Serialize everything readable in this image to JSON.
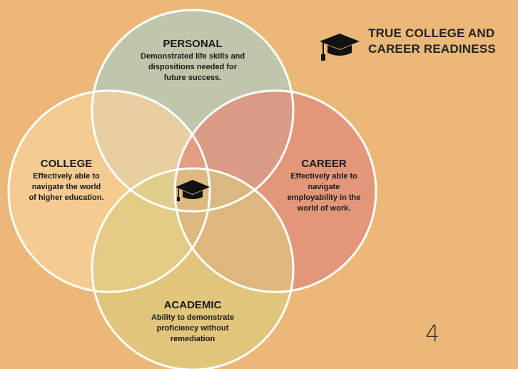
{
  "title": {
    "line1": "TRUE COLLEGE AND",
    "line2": "CAREER READINESS",
    "icon": "graduation-cap-icon"
  },
  "circles": {
    "personal": {
      "title": "PERSONAL",
      "lines": [
        "Demonstrated life skills and",
        "dispositions needed for",
        "future success."
      ],
      "color": "#b7c8b4"
    },
    "college": {
      "title": "COLLEGE",
      "lines": [
        "Effectively able to",
        "navigate the world",
        "of higher education."
      ],
      "color": "#f8d39c"
    },
    "career": {
      "title": "CAREER",
      "lines": [
        "Effectively able to",
        "navigate",
        "employability in the",
        "world of work."
      ],
      "color": "#e08e7b"
    },
    "academic": {
      "title": "ACADEMIC",
      "lines": [
        "Ability to demonstrate",
        "proficiency without",
        "remediation"
      ],
      "color": "#d9cd7f"
    }
  },
  "center_icon": "graduation-cap-icon",
  "page_number": "4",
  "colors": {
    "background": "#ebb877",
    "outline": "#ffffff"
  }
}
